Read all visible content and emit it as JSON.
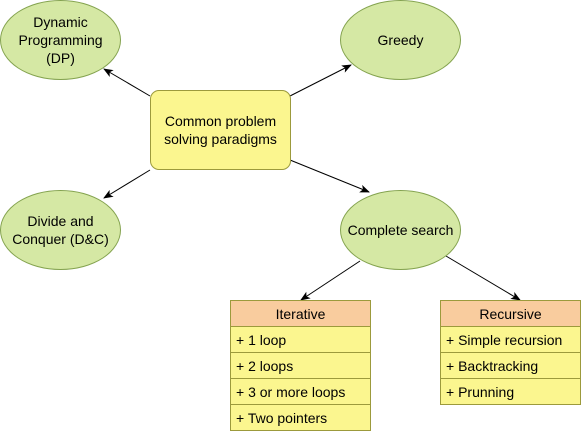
{
  "nodes": {
    "center": "Common problem\nsolving paradigms",
    "dp": "Dynamic\nProgramming\n(DP)",
    "greedy": "Greedy",
    "dac": "Divide and\nConquer (D&C)",
    "complete_search": "Complete search"
  },
  "iterative": {
    "title": "Iterative",
    "items": [
      "+ 1 loop",
      "+ 2 loops",
      "+ 3 or more loops",
      "+ Two pointers"
    ]
  },
  "recursive": {
    "title": "Recursive",
    "items": [
      "+ Simple recursion",
      "+ Backtracking",
      "+ Prunning"
    ]
  },
  "colors": {
    "ellipse_fill": "#d5e8a4",
    "ellipse_stroke": "#84a34f",
    "box_fill": "#fbf68f",
    "box_stroke": "#9c9a3c",
    "header_fill": "#f9cc9e",
    "edge": "#000000"
  }
}
